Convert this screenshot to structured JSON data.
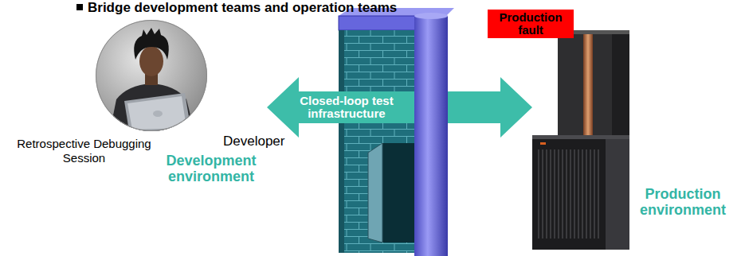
{
  "diagram": {
    "title": "Bridge development teams and operation teams",
    "nodes": [
      {
        "text": [
          "Retrospective Debugging Session",
          "Developer",
          "Development environment"
        ]
      },
      {
        "text": [
          "Production environment"
        ]
      },
      {
        "text": [
          "Production fault"
        ]
      }
    ],
    "edges": [
      {
        "from": 0,
        "to": 1,
        "arrow": "both",
        "label": "Closed-loop test infrastructure"
      }
    ]
  }
}
